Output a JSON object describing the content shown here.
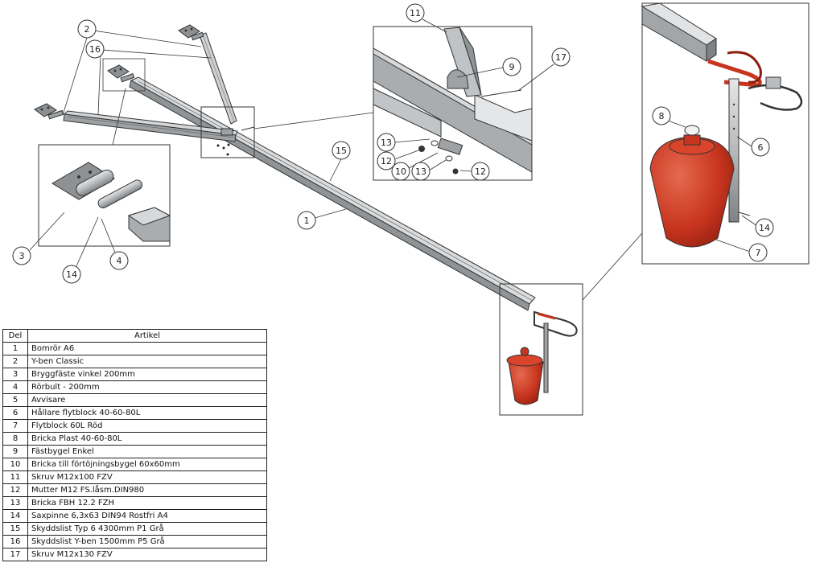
{
  "bom": {
    "headers": {
      "del": "Del",
      "artikel": "Artikel"
    },
    "rows": [
      {
        "del": "1",
        "artikel": "Bomrör A6"
      },
      {
        "del": "2",
        "artikel": "Y-ben Classic"
      },
      {
        "del": "3",
        "artikel": "Bryggfäste vinkel 200mm"
      },
      {
        "del": "4",
        "artikel": "Rörbult - 200mm"
      },
      {
        "del": "5",
        "artikel": "Avvisare"
      },
      {
        "del": "6",
        "artikel": "Hållare flytblock 40-60-80L"
      },
      {
        "del": "7",
        "artikel": "Flytblock 60L Röd"
      },
      {
        "del": "8",
        "artikel": "Bricka Plast 40-60-80L"
      },
      {
        "del": "9",
        "artikel": "Fästbygel Enkel"
      },
      {
        "del": "10",
        "artikel": "Bricka till förtöjningsbygel 60x60mm"
      },
      {
        "del": "11",
        "artikel": "Skruv M12x100 FZV"
      },
      {
        "del": "12",
        "artikel": "Mutter M12 FS.låsm.DIN980"
      },
      {
        "del": "13",
        "artikel": "Bricka FBH 12.2 FZH"
      },
      {
        "del": "14",
        "artikel": "Saxpinne 6,3x63 DIN94 Rostfri A4"
      },
      {
        "del": "15",
        "artikel": "Skyddslist Typ 6 4300mm P1 Grå"
      },
      {
        "del": "16",
        "artikel": "Skyddslist Y-ben 1500mm P5 Grå"
      },
      {
        "del": "17",
        "artikel": "Skruv M12x130 FZV"
      }
    ]
  },
  "callouts": {
    "c1": "1",
    "c2": "2",
    "c3": "3",
    "c4": "4",
    "c6": "6",
    "c7": "7",
    "c8": "8",
    "c9": "9",
    "c10": "10",
    "c11": "11",
    "c12a": "12",
    "c12b": "12",
    "c13a": "13",
    "c13b": "13",
    "c14a": "14",
    "c14b": "14",
    "c15": "15",
    "c16": "16",
    "c17": "17"
  },
  "colors": {
    "float_red": "#c8351f",
    "steel": "#a7abad",
    "steel_dark": "#6f7477",
    "outline": "#333333"
  }
}
